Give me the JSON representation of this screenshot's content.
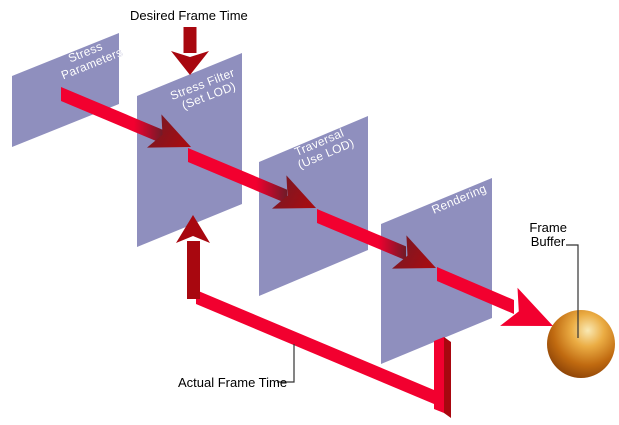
{
  "diagram": {
    "title": "LOD stress pipeline diagram",
    "labels": {
      "desired_frame_time": "Desired Frame Time",
      "actual_frame_time": "Actual Frame Time",
      "frame_buffer_line1": "Frame",
      "frame_buffer_line2": "Buffer"
    },
    "panels": [
      {
        "name": "stress-parameters",
        "line1": "Stress",
        "line2": "Parameters"
      },
      {
        "name": "stress-filter",
        "line1": "Stress Filter",
        "line2": "(Set LOD)"
      },
      {
        "name": "traversal",
        "line1": "Traversal",
        "line2": "(Use LOD)"
      },
      {
        "name": "rendering",
        "line1": "Rendering",
        "line2": ""
      }
    ],
    "colors": {
      "panel": "#8f8fbe",
      "bright_red": "#f2002f",
      "dark_red": "#a8070f",
      "maroon_deep": "#6f1b28",
      "head_tip": "#a30d13",
      "label_text": "#000000",
      "pointer_line": "#333333",
      "sphere_highlight": "#f9e9b4",
      "sphere_light": "#ebad44",
      "sphere_mid": "#c06a10",
      "sphere_dark": "#8f4508",
      "sphere_edge": "#73340a"
    }
  }
}
